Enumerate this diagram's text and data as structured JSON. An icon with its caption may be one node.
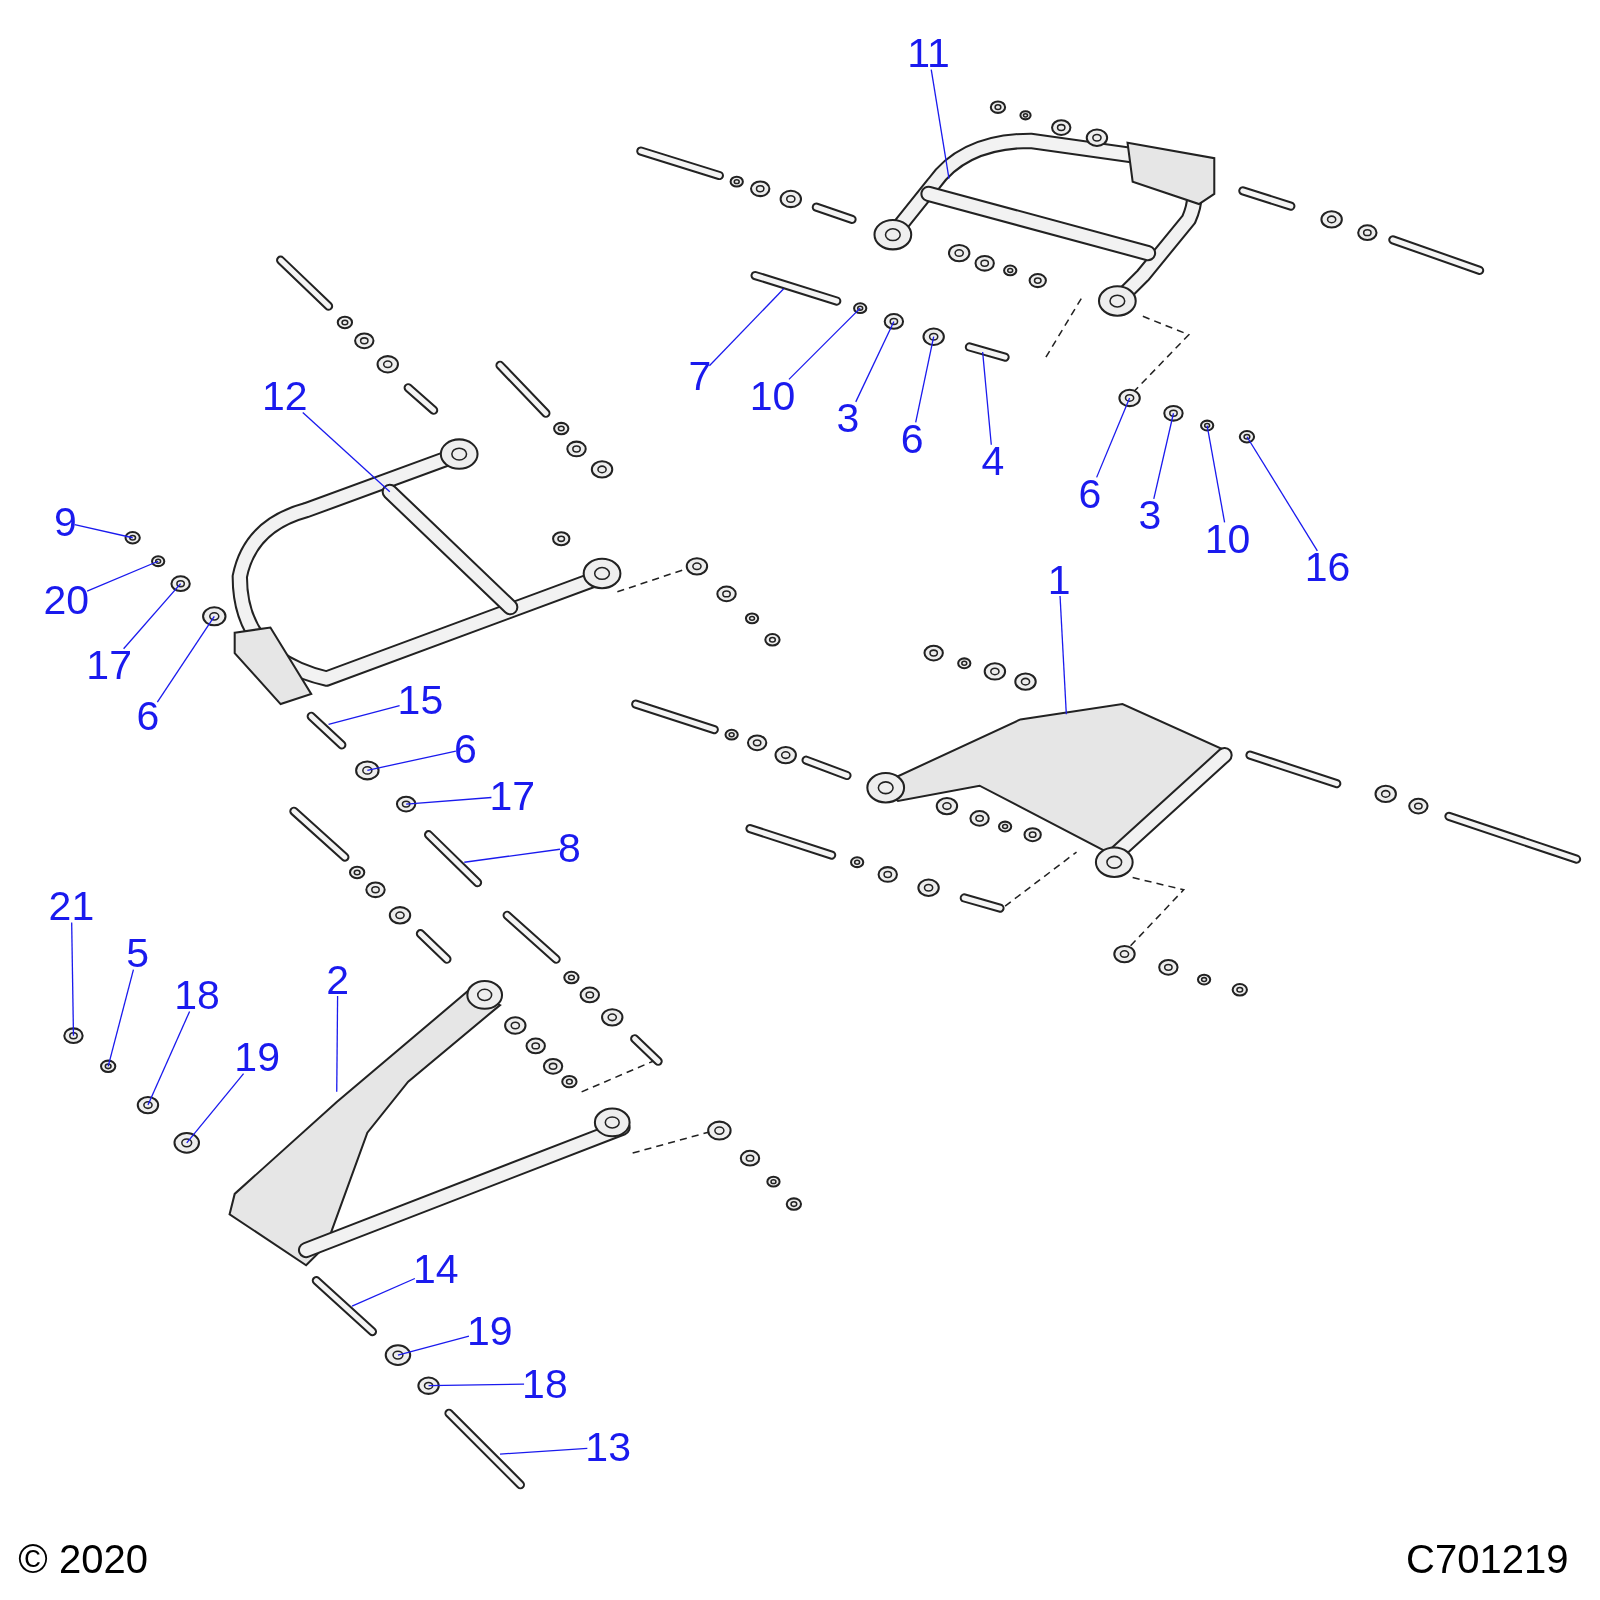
{
  "diagram": {
    "nodes": [
      {
        "text": [
          "11"
        ]
      },
      {
        "text": [
          "7"
        ]
      },
      {
        "text": [
          "10"
        ]
      },
      {
        "text": [
          "3"
        ]
      },
      {
        "text": [
          "6"
        ]
      },
      {
        "text": [
          "4"
        ]
      },
      {
        "text": [
          "6"
        ]
      },
      {
        "text": [
          "3"
        ]
      },
      {
        "text": [
          "10"
        ]
      },
      {
        "text": [
          "16"
        ]
      },
      {
        "text": [
          "12"
        ]
      },
      {
        "text": [
          "9"
        ]
      },
      {
        "text": [
          "20"
        ]
      },
      {
        "text": [
          "17"
        ]
      },
      {
        "text": [
          "6"
        ]
      },
      {
        "text": [
          "15"
        ]
      },
      {
        "text": [
          "6"
        ]
      },
      {
        "text": [
          "17"
        ]
      },
      {
        "text": [
          "8"
        ]
      },
      {
        "text": [
          "1"
        ]
      },
      {
        "text": [
          "21"
        ]
      },
      {
        "text": [
          "5"
        ]
      },
      {
        "text": [
          "18"
        ]
      },
      {
        "text": [
          "19"
        ]
      },
      {
        "text": [
          "2"
        ]
      },
      {
        "text": [
          "14"
        ]
      },
      {
        "text": [
          "19"
        ]
      },
      {
        "text": [
          "18"
        ]
      },
      {
        "text": [
          "13"
        ]
      }
    ],
    "edges": [
      {
        "from": 0,
        "to": null,
        "arrow": "none"
      },
      {
        "from": 1,
        "to": null,
        "arrow": "none"
      },
      {
        "from": 2,
        "to": null,
        "arrow": "none"
      },
      {
        "from": 3,
        "to": null,
        "arrow": "none"
      },
      {
        "from": 4,
        "to": null,
        "arrow": "none"
      },
      {
        "from": 5,
        "to": null,
        "arrow": "none"
      },
      {
        "from": 6,
        "to": null,
        "arrow": "none"
      },
      {
        "from": 7,
        "to": null,
        "arrow": "none"
      },
      {
        "from": 8,
        "to": null,
        "arrow": "none"
      },
      {
        "from": 9,
        "to": null,
        "arrow": "none"
      },
      {
        "from": 10,
        "to": null,
        "arrow": "none"
      },
      {
        "from": 11,
        "to": null,
        "arrow": "none"
      },
      {
        "from": 12,
        "to": null,
        "arrow": "none"
      },
      {
        "from": 13,
        "to": null,
        "arrow": "none"
      },
      {
        "from": 14,
        "to": null,
        "arrow": "none"
      },
      {
        "from": 15,
        "to": null,
        "arrow": "none"
      },
      {
        "from": 16,
        "to": null,
        "arrow": "none"
      },
      {
        "from": 17,
        "to": null,
        "arrow": "none"
      },
      {
        "from": 18,
        "to": null,
        "arrow": "none"
      },
      {
        "from": 19,
        "to": null,
        "arrow": "none"
      },
      {
        "from": 20,
        "to": null,
        "arrow": "none"
      },
      {
        "from": 21,
        "to": null,
        "arrow": "none"
      },
      {
        "from": 22,
        "to": null,
        "arrow": "none"
      },
      {
        "from": 23,
        "to": null,
        "arrow": "none"
      },
      {
        "from": 24,
        "to": null,
        "arrow": "none"
      },
      {
        "from": 25,
        "to": null,
        "arrow": "none"
      },
      {
        "from": 26,
        "to": null,
        "arrow": "none"
      },
      {
        "from": 27,
        "to": null,
        "arrow": "none"
      },
      {
        "from": 28,
        "to": null,
        "arrow": "none"
      }
    ],
    "labels": [
      "© 2020",
      "C701219"
    ]
  }
}
